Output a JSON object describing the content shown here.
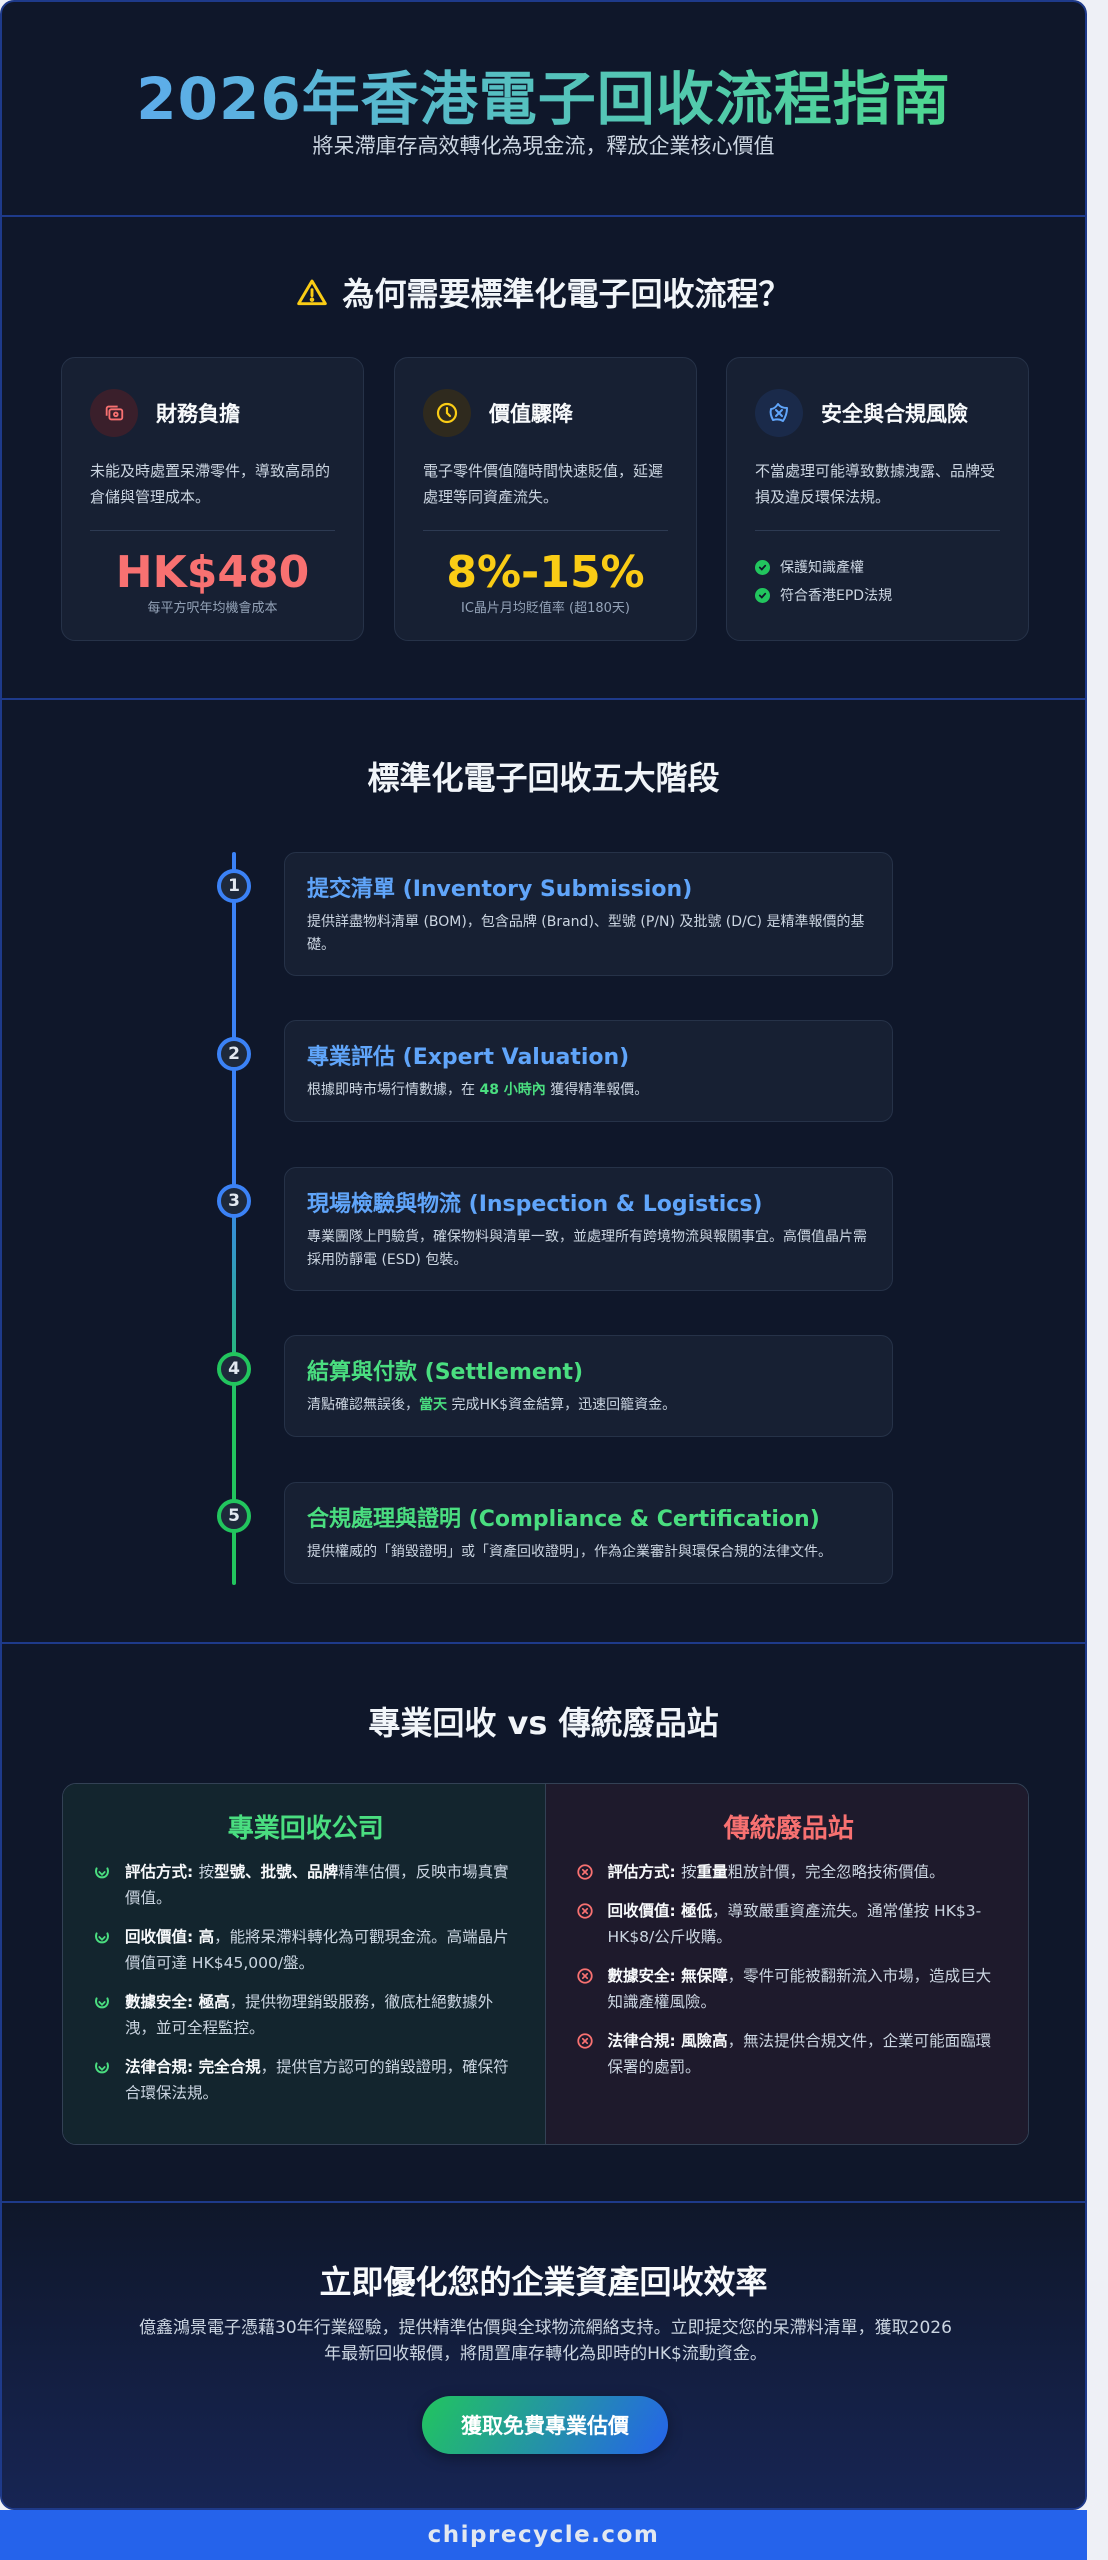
{
  "header": {
    "title": "2026年香港電子回收流程指南",
    "subtitle": "將呆滯庫存高效轉化為現金流，釋放企業核心價值"
  },
  "why": {
    "icon": "warning-icon",
    "title": "為何需要標準化電子回收流程？",
    "cards": [
      {
        "icon": "money-icon",
        "accent": "#f87171",
        "title": "財務負擔",
        "desc": "未能及時處置呆滯零件，導致高昂的倉儲與管理成本。",
        "stat": "HK$480",
        "stat_label": "每平方呎年均機會成本"
      },
      {
        "icon": "clock-icon",
        "accent": "#facc15",
        "title": "價值驟降",
        "desc": "電子零件價值隨時間快速貶值，延遲處理等同資產流失。",
        "stat": "8%-15%",
        "stat_label": "IC晶片月均貶值率 (超180天)"
      },
      {
        "icon": "shield-check-icon",
        "accent": "#60a5fa",
        "title": "安全與合規風險",
        "desc": "不當處理可能導致數據洩露、品牌受損及違反環保法規。",
        "checklist": [
          "保護知識產權",
          "符合香港EPD法規"
        ]
      }
    ]
  },
  "timeline": {
    "title": "標準化電子回收五大階段",
    "steps": [
      {
        "num": "1",
        "title": "提交清單 (Inventory Submission)",
        "color": "#60a5fa",
        "desc": "提供詳盡物料清單 (BOM)，包含品牌 (Brand)、型號 (P/N) 及批號 (D/C) 是精準報價的基礎。"
      },
      {
        "num": "2",
        "title": "專業評估 (Expert Valuation)",
        "color": "#60a5fa",
        "desc_pre": "根據即時市場行情數據，在 ",
        "desc_hl": "48 小時內",
        "desc_post": " 獲得精準報價。"
      },
      {
        "num": "3",
        "title": "現場檢驗與物流 (Inspection & Logistics)",
        "color": "#60a5fa",
        "desc": "專業團隊上門驗貨，確保物料與清單一致，並處理所有跨境物流與報關事宜。高價值晶片需採用防靜電 (ESD) 包裝。"
      },
      {
        "num": "4",
        "title": "結算與付款 (Settlement)",
        "color": "#4ade80",
        "desc_pre": "清點確認無誤後，",
        "desc_hl": "當天",
        "desc_post": " 完成HK$資金結算，迅速回籠資金。"
      },
      {
        "num": "5",
        "title": "合規處理與證明 (Compliance & Certification)",
        "color": "#4ade80",
        "desc": "提供權威的「銷毀證明」或「資產回收證明」，作為企業審計與環保合規的法律文件。"
      }
    ]
  },
  "compare": {
    "title": "專業回收 vs 傳統廢品站",
    "pro": {
      "title": "專業回收公司",
      "color": "#4ade80",
      "items": [
        {
          "label": "評估方式:",
          "rich": [
            [
              "按",
              false
            ],
            [
              "型號、批號、品牌",
              true
            ],
            [
              "精準估價，反映市場真實價值。",
              false
            ]
          ]
        },
        {
          "label": "回收價值:",
          "rich": [
            [
              "高",
              true
            ],
            [
              "，能將呆滯料轉化為可觀現金流。高端晶片價值可達 HK$45,000/盤。",
              false
            ]
          ]
        },
        {
          "label": "數據安全:",
          "rich": [
            [
              "極高",
              true
            ],
            [
              "，提供物理銷毀服務，徹底杜絕數據外洩，並可全程監控。",
              false
            ]
          ]
        },
        {
          "label": "法律合規:",
          "rich": [
            [
              "完全合規",
              true
            ],
            [
              "，提供官方認可的銷毀證明，確保符合環保法規。",
              false
            ]
          ]
        }
      ]
    },
    "trad": {
      "title": "傳統廢品站",
      "color": "#f87171",
      "items": [
        {
          "label": "評估方式:",
          "rich": [
            [
              "按",
              false
            ],
            [
              "重量",
              true
            ],
            [
              "粗放計價，完全忽略技術價值。",
              false
            ]
          ]
        },
        {
          "label": "回收價值:",
          "rich": [
            [
              "極低",
              true
            ],
            [
              "，導致嚴重資產流失。通常僅按 HK$3-HK$8/公斤收購。",
              false
            ]
          ]
        },
        {
          "label": "數據安全:",
          "rich": [
            [
              "無保障",
              true
            ],
            [
              "，零件可能被翻新流入市場，造成巨大知識產權風險。",
              false
            ]
          ]
        },
        {
          "label": "法律合規:",
          "rich": [
            [
              "風險高",
              true
            ],
            [
              "，無法提供合規文件，企業可能面臨環保署的處罰。",
              false
            ]
          ]
        }
      ]
    }
  },
  "cta": {
    "title": "立即優化您的企業資產回收效率",
    "desc": "億鑫鴻景電子憑藉30年行業經驗，提供精準估價與全球物流網絡支持。立即提交您的呆滯料清單，獲取2026年最新回收報價，將閒置庫存轉化為即時的HK$流動資金。",
    "button": "獲取免費專業估價"
  },
  "footer": {
    "domain": "chiprecycle.com"
  }
}
